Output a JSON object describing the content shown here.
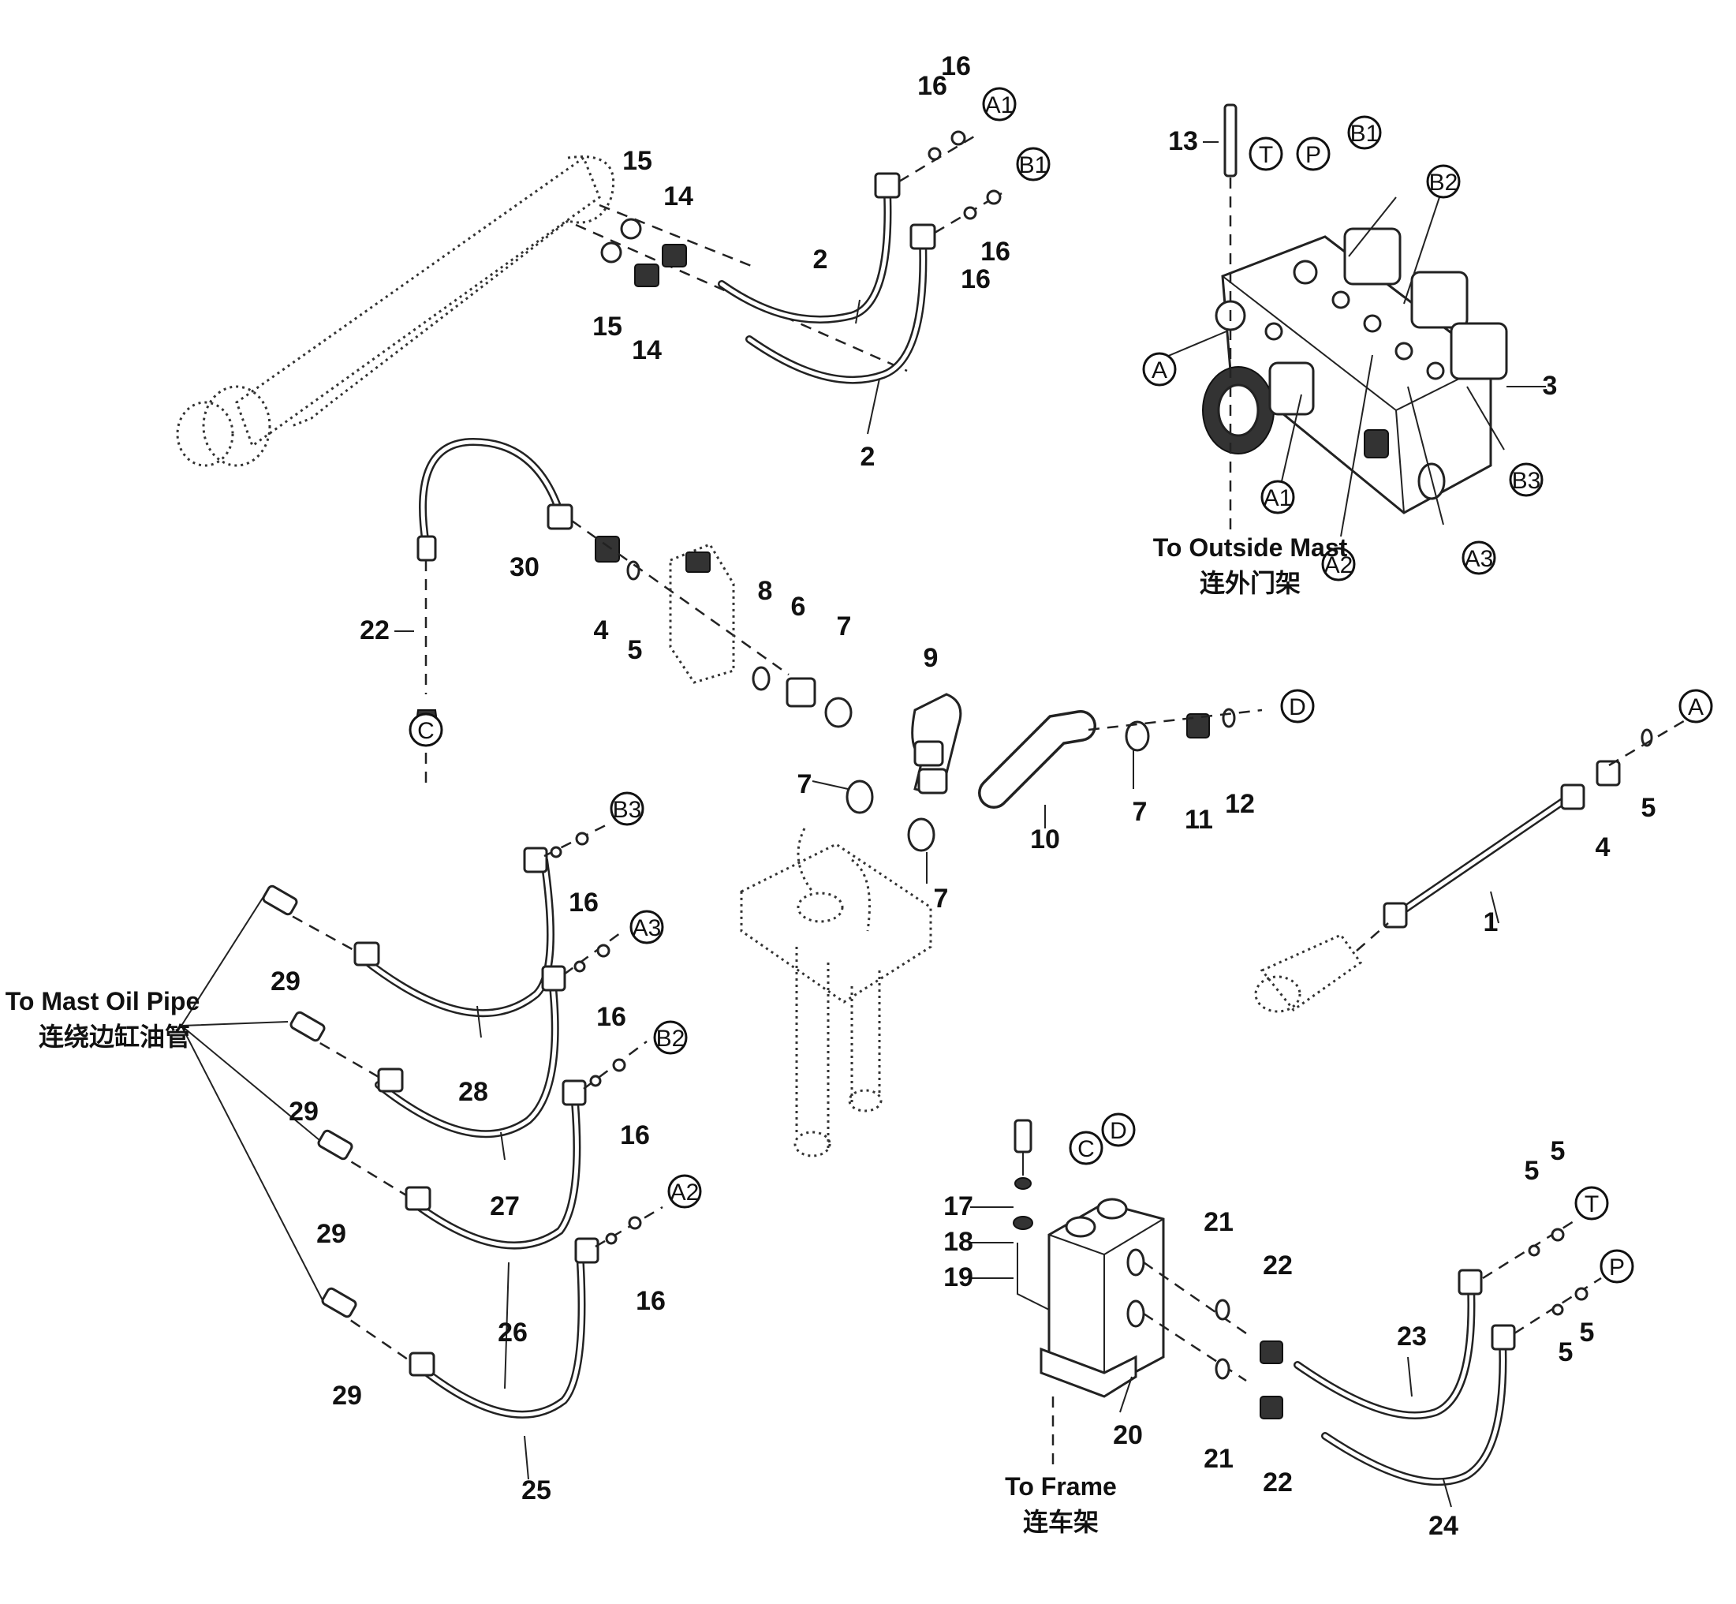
{
  "callouts": [
    "1",
    "2",
    "2",
    "3",
    "4",
    "4",
    "5",
    "5",
    "5",
    "5",
    "5",
    "5",
    "6",
    "7",
    "7",
    "7",
    "7",
    "8",
    "9",
    "10",
    "11",
    "12",
    "13",
    "14",
    "14",
    "15",
    "15",
    "16",
    "16",
    "16",
    "16",
    "16",
    "16",
    "16",
    "16",
    "17",
    "18",
    "19",
    "20",
    "21",
    "21",
    "22",
    "22",
    "22",
    "23",
    "24",
    "25",
    "26",
    "27",
    "28",
    "29",
    "29",
    "29",
    "29",
    "30"
  ],
  "ports": {
    "A": "A",
    "A1": "A1",
    "A2": "A2",
    "A3": "A3",
    "B1": "B1",
    "B2": "B2",
    "B3": "B3",
    "C": "C",
    "D": "D",
    "T": "T",
    "P": "P"
  },
  "notes": {
    "outside_mast_en": "To Outside Mast",
    "outside_mast_cn": "连外门架",
    "mast_oil_pipe_en": "To Mast Oil Pipe",
    "mast_oil_pipe_cn": "连绕边缸油管",
    "frame_en": "To Frame",
    "frame_cn": "连车架"
  }
}
